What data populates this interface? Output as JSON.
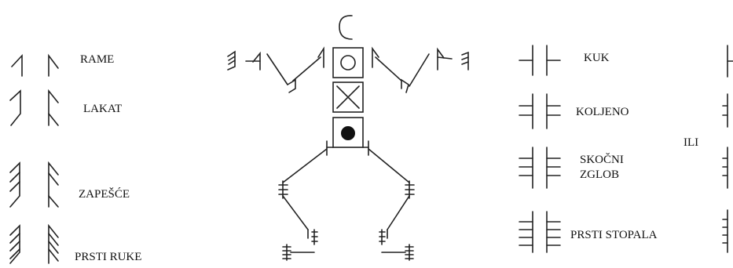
{
  "left_legend": {
    "shoulder": "RAME",
    "elbow": "LAKAT",
    "wrist": "ZAPEŠĆE",
    "fingers": "PRSTI RUKE"
  },
  "right_legend": {
    "hip": "KUK",
    "knee": "KOLJENO",
    "ankle_line1": "SKOČNI",
    "ankle_line2": "ZGLOB",
    "toes": "PRSTI STOPALA",
    "alternative": "ILI"
  }
}
